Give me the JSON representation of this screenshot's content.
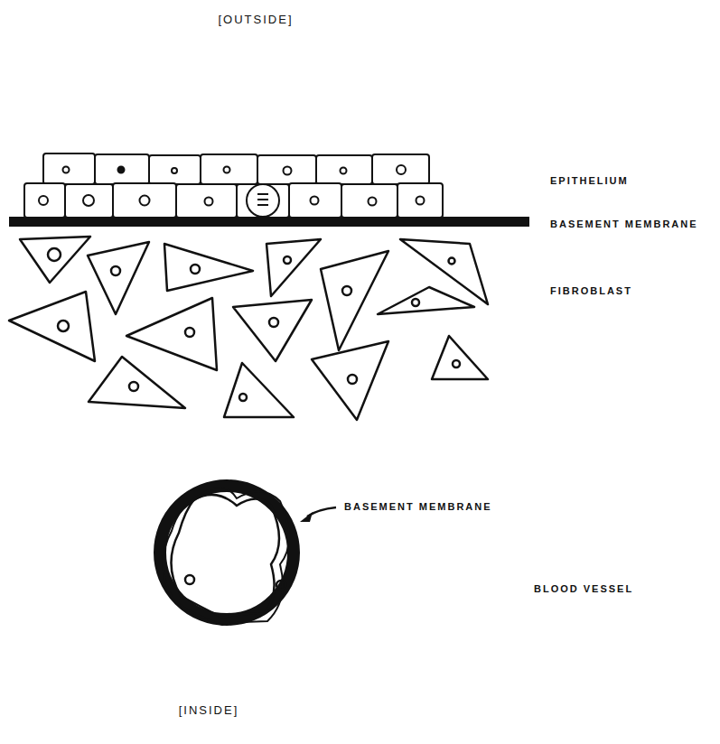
{
  "diagram": {
    "labels": [
      "[OUTSIDE]",
      "EPITHELIUM",
      "BASEMENT MEMBRANE",
      "FIBROBLAST",
      "BASEMENT MEMBRANE",
      "BLOOD VESSEL",
      "[INSIDE]"
    ]
  }
}
